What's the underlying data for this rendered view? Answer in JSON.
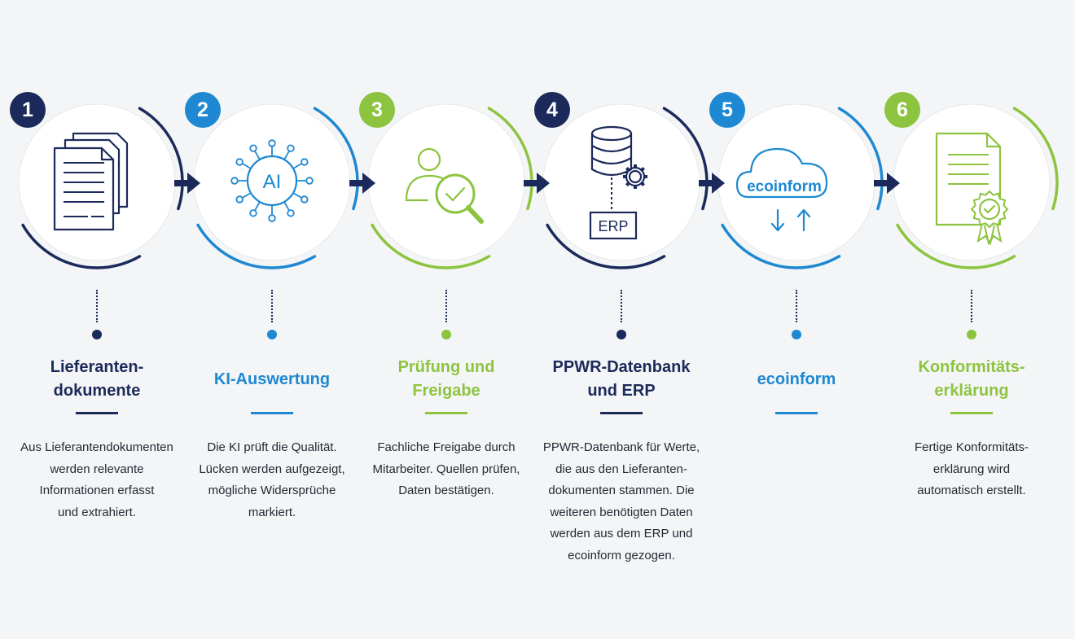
{
  "colors": {
    "navy": "#1b2a5a",
    "blue": "#1e88d2",
    "green": "#8cc43f",
    "text": "#222a35",
    "background": "#f4f5f6"
  },
  "steps": [
    {
      "number": "1",
      "color": "#1b2a5a",
      "icon": "documents-stack-icon",
      "title_lines": [
        "Lieferanten-",
        "dokumente"
      ],
      "desc_lines": [
        "Aus Lieferantendokumenten",
        "werden relevante",
        "Informationen erfasst",
        "und extrahiert."
      ]
    },
    {
      "number": "2",
      "color": "#1e88d2",
      "icon": "ai-brain-icon",
      "icon_label": "AI",
      "title_lines": [
        "KI-Auswertung"
      ],
      "desc_lines": [
        "Die KI prüft die Qualität.",
        "Lücken werden aufgezeigt,",
        "mögliche Widersprüche",
        "markiert."
      ]
    },
    {
      "number": "3",
      "color": "#8cc43f",
      "icon": "person-magnifier-check-icon",
      "title_lines": [
        "Prüfung und",
        "Freigabe"
      ],
      "desc_lines": [
        "Fachliche Freigabe durch",
        "Mitarbeiter. Quellen prüfen,",
        "Daten bestätigen."
      ]
    },
    {
      "number": "4",
      "color": "#1b2a5a",
      "icon": "database-gear-erp-icon",
      "icon_label": "ERP",
      "title_lines": [
        "PPWR-Datenbank",
        "und ERP"
      ],
      "desc_lines": [
        "PPWR-Datenbank für Werte,",
        "die aus den Lieferanten-",
        "dokumenten stammen. Die",
        "weiteren benötigten Daten",
        "werden aus dem ERP und",
        "ecoinform gezogen."
      ]
    },
    {
      "number": "5",
      "color": "#1e88d2",
      "icon": "cloud-sync-icon",
      "icon_label": "ecoinform",
      "title_lines": [
        "ecoinform"
      ],
      "desc_lines": []
    },
    {
      "number": "6",
      "color": "#8cc43f",
      "icon": "certificate-document-icon",
      "title_lines": [
        "Konformitäts-",
        "erklärung"
      ],
      "desc_lines": [
        "Fertige Konformitäts-",
        "erklärung wird",
        "automatisch erstellt."
      ]
    }
  ],
  "arrow_color": "#1b2a5a",
  "arrow_icon": "right-arrow-icon"
}
